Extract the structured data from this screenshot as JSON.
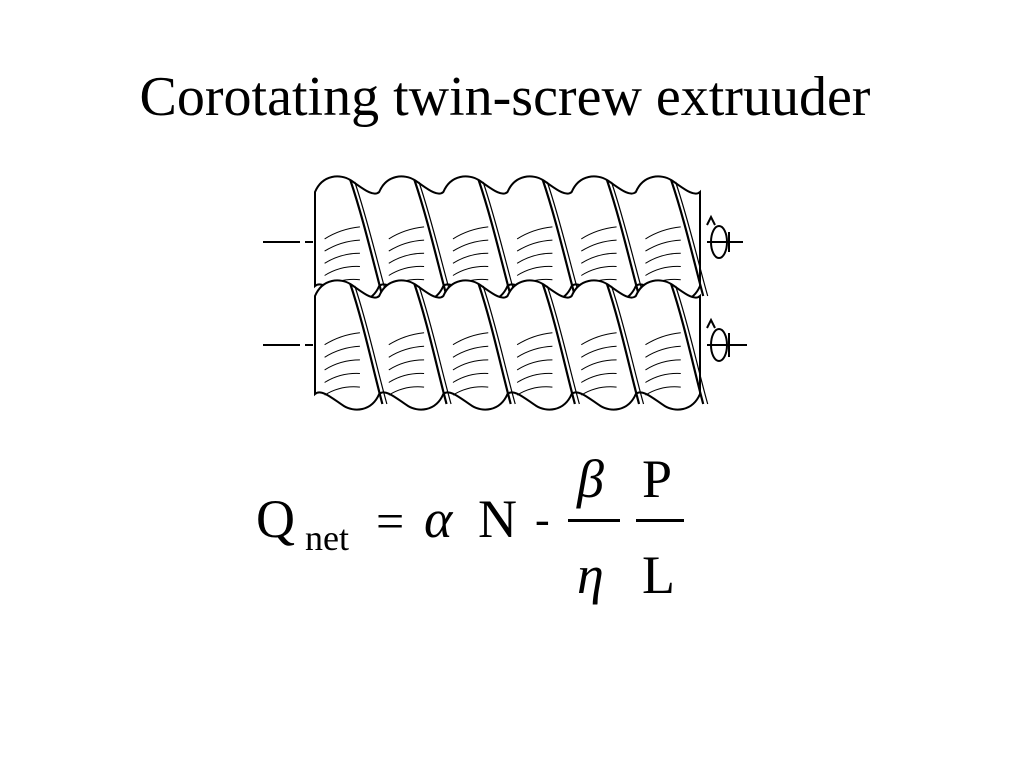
{
  "slide": {
    "title": "Corotating twin-screw extruuder"
  },
  "equation": {
    "lhs_symbol": "Q",
    "lhs_subscript": "net",
    "equals": "=",
    "alpha": "α",
    "n": "N",
    "minus": "-",
    "beta": "β",
    "eta": "η",
    "p": "P",
    "l": "L"
  },
  "diagram": {
    "screws": 2,
    "flights_per_screw": 6,
    "stroke_color": "#000000",
    "fill_color": "#ffffff"
  }
}
